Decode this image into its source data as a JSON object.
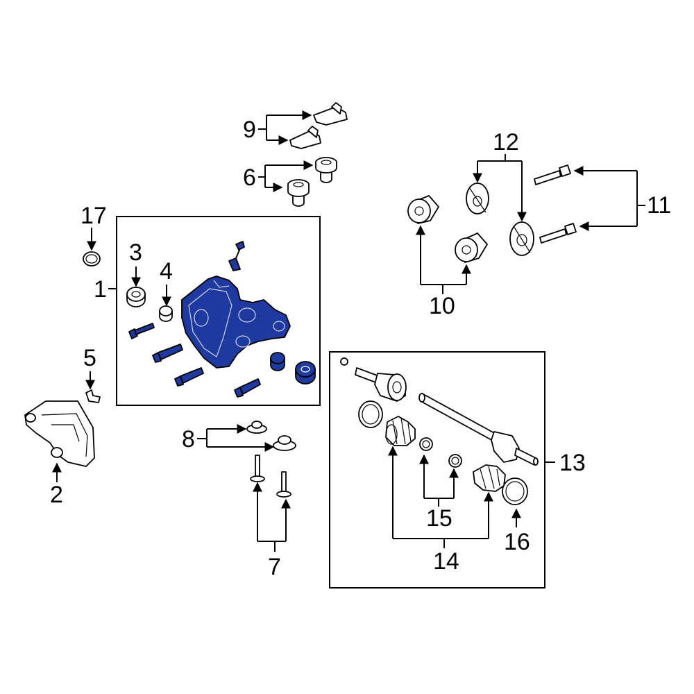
{
  "colors": {
    "highlight": "#1e3aa0",
    "line": "#000000",
    "background": "#ffffff"
  },
  "callouts": {
    "c1": "1",
    "c2": "2",
    "c3": "3",
    "c4": "4",
    "c5": "5",
    "c6": "6",
    "c7": "7",
    "c8": "8",
    "c9": "9",
    "c10": "10",
    "c11": "11",
    "c12": "12",
    "c13": "13",
    "c14": "14",
    "c15": "15",
    "c16": "16",
    "c17": "17"
  }
}
